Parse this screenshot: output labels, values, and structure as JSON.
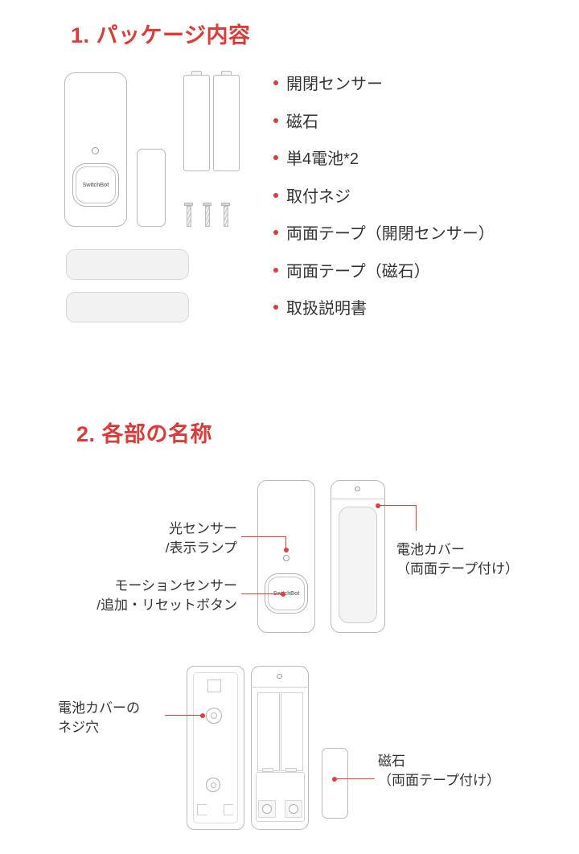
{
  "document": {
    "product": "SwitchBot",
    "accent_color": "#d93c39",
    "line_color": "#e0403c",
    "text_color": "#333333"
  },
  "section1": {
    "title": "1. パッケージ内容",
    "items": [
      "開閉センサー",
      "磁石",
      "単4電池*2",
      "取付ネジ",
      "両面テープ（開閉センサー）",
      "両面テープ（磁石）",
      "取扱説明書"
    ],
    "illustration": {
      "sensor_logo": "SwitchBot",
      "battery_count": 2,
      "screw_count": 3,
      "tape_count": 2
    }
  },
  "section2": {
    "title": "2. 各部の名称",
    "callouts": {
      "light_sensor": {
        "line1": "光センサー",
        "line2": "/表示ランプ"
      },
      "motion_sensor": {
        "line1": "モーションセンサー",
        "line2": "/追加・リセットボタン"
      },
      "battery_cover": {
        "line1": "電池カバー",
        "line2": "（両面テープ付け）"
      },
      "cover_screw_hole": {
        "line1": "電池カバーの",
        "line2": "ネジ穴"
      },
      "magnet": {
        "line1": "磁石",
        "line2": "（両面テープ付け）"
      }
    },
    "illustration": {
      "front_logo": "SwitchBot"
    }
  }
}
